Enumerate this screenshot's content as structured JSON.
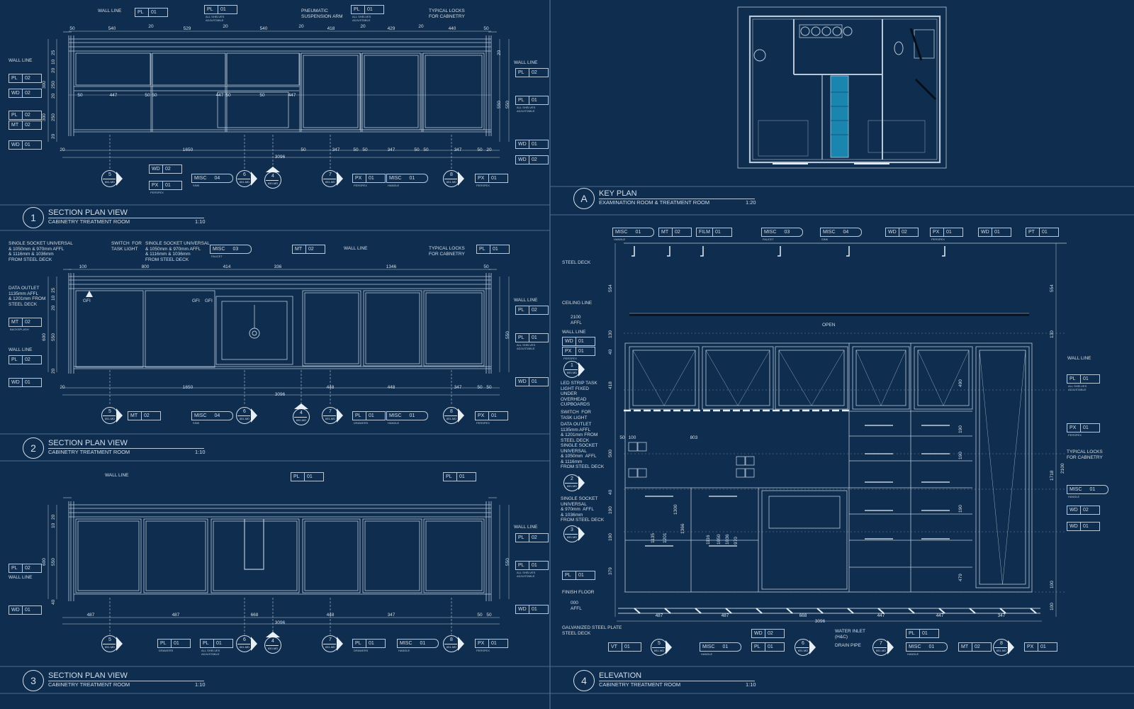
{
  "colors": {
    "background": "#0f2d4e",
    "lines": "#b9c8d8",
    "highlight": "#1fa3cf",
    "ceiling": "#050f1a"
  },
  "views": {
    "v1": {
      "number": "1",
      "title": "SECTION PLAN VIEW",
      "subtitle": "CABINETRY TREATMENT ROOM",
      "scale": "1:10"
    },
    "v2": {
      "number": "2",
      "title": "SECTION PLAN VIEW",
      "subtitle": "CABINETRY TREATMENT ROOM",
      "scale": "1:10"
    },
    "v3": {
      "number": "3",
      "title": "SECTION PLAN VIEW",
      "subtitle": "CABINETRY TREATMENT ROOM",
      "scale": "1:10"
    },
    "vA": {
      "number": "A",
      "title": "KEY PLAN",
      "subtitle": "EXAMINATION ROOM & TREATMENT ROOM",
      "scale": "1:20"
    },
    "v4": {
      "number": "4",
      "title": "ELEVATION",
      "subtitle": "CABINETRY TREATMENT ROOM",
      "scale": "1:10"
    }
  },
  "notes": [
    "WALL LINE",
    "PNEUMATIC\nSUSPENSION ARM",
    "TYPICAL LOCKS\nFOR CABNETRY",
    "WALL LINE",
    "WALL LINE",
    "SINGLE SOCKET UNIVERSAL\n& 1050mm & 970mm AFFL\n& 1116mm & 1036mm\nFROM STEEL DECK",
    "SWITCH  FOR\nTASK LIGHT",
    "SINGLE SOCKET UNIVERSAL\n& 1050mm & 970mm AFFL\n& 1116mm & 1036mm\nFROM STEEL DECK",
    "WALL LINE",
    "TYPICAL LOCKS\nFOR CABNETRY",
    "DATA OUTLET\n1135mm AFFL\n& 1201mm FROM\nSTEEL DECK",
    "WALL LINE",
    "WALL LINE",
    "WALL LINE",
    "WALL LINE",
    "WALL LINE",
    "STEEL DECK",
    "CEILING LINE",
    "2100\nAFFL",
    "WALL LINE",
    "LED STRIP TASK\nLIGHT FIXED\nUNDER\nOVERHEAD\nCUPBOARDS",
    "SWITCH  FOR\nTASK LIGHT",
    "DATA OUTLET\n1135mm AFFL\n& 1201mm FROM\nSTEEL DECK",
    "SINGLE SOCKET\nUNIVERSAL\n& 1050mm  AFFL\n& 1116mm\nFROM STEEL DECK",
    "SINGLE SOCKET\nUNIVERSAL\n& 970mm  AFFL\n& 1036mm\nFROM STEEL DECK",
    "FINISH FLOOR",
    "000\nAFFL",
    "GALVANIZED STEEL PLATE\nSTEEL DECK",
    "OPEN",
    "WALL LINE",
    "TYPICAL LOCKS\nFOR CABNETRY",
    "WATER INLET\n(H&C)",
    "DRAIN PIPE",
    "GFI",
    "GFI",
    "GFI"
  ],
  "tags": [
    {
      "code": "PL",
      "num": "01"
    },
    {
      "code": "PL",
      "num": "01",
      "sub": "ALL SHELVES\nADJUSTABLE"
    },
    {
      "code": "PL",
      "num": "01",
      "sub": "ALL SHELVES\nADJUSTABLE"
    },
    {
      "code": "PL",
      "num": "02"
    },
    {
      "code": "WD",
      "num": "02"
    },
    {
      "code": "PL",
      "num": "02"
    },
    {
      "code": "MT",
      "num": "02"
    },
    {
      "code": "WD",
      "num": "01"
    },
    {
      "code": "PL",
      "num": "02"
    },
    {
      "code": "PL",
      "num": "01",
      "sub": "ALL SHELVES\nADJUSTABLE"
    },
    {
      "code": "WD",
      "num": "01"
    },
    {
      "code": "WD",
      "num": "02"
    },
    {
      "code": "WD",
      "num": "02"
    },
    {
      "code": "PX",
      "num": "01",
      "sub": "PERSPEX"
    },
    {
      "code": "MISC",
      "num": "04",
      "sub": "SINK"
    },
    {
      "code": "PX",
      "num": "01",
      "sub": "PERSPEX"
    },
    {
      "code": "MISC",
      "num": "01",
      "sub": "HANDLE"
    },
    {
      "code": "PX",
      "num": "01",
      "sub": "PERSPEX"
    },
    {
      "code": "MISC",
      "num": "03",
      "sub": "FAUCET"
    },
    {
      "code": "MT",
      "num": "02"
    },
    {
      "code": "PL",
      "num": "01"
    },
    {
      "code": "MT",
      "num": "02",
      "sub": "BACKSPLASH"
    },
    {
      "code": "PL",
      "num": "02"
    },
    {
      "code": "WD",
      "num": "01"
    },
    {
      "code": "PL",
      "num": "02"
    },
    {
      "code": "PL",
      "num": "01",
      "sub": "ALL SHELVES\nADJUSTABLE"
    },
    {
      "code": "WD",
      "num": "01"
    },
    {
      "code": "MT",
      "num": "02"
    },
    {
      "code": "MISC",
      "num": "04",
      "sub": "SINK"
    },
    {
      "code": "PL",
      "num": "01",
      "sub": "DRAWERS"
    },
    {
      "code": "MISC",
      "num": "01",
      "sub": "HANDLE"
    },
    {
      "code": "PX",
      "num": "01",
      "sub": "PERSPEX"
    },
    {
      "code": "PL",
      "num": "01"
    },
    {
      "code": "PL",
      "num": "01"
    },
    {
      "code": "PL",
      "num": "02"
    },
    {
      "code": "WD",
      "num": "01"
    },
    {
      "code": "PL",
      "num": "02"
    },
    {
      "code": "PL",
      "num": "01",
      "sub": "ALL SHELVES\nADJUSTABLE"
    },
    {
      "code": "WD",
      "num": "01"
    },
    {
      "code": "PL",
      "num": "01",
      "sub": "DRAWERS"
    },
    {
      "code": "PL",
      "num": "01",
      "sub": "ALL SHELVES\nADJUSTABLE"
    },
    {
      "code": "PL",
      "num": "01",
      "sub": "DRAWERS"
    },
    {
      "code": "MISC",
      "num": "01",
      "sub": "HANDLE"
    },
    {
      "code": "PX",
      "num": "01",
      "sub": "PERSPEX"
    },
    {
      "code": "MISC",
      "num": "01",
      "sub": "HANDLE"
    },
    {
      "code": "MT",
      "num": "02"
    },
    {
      "code": "FILM",
      "num": "01"
    },
    {
      "code": "MISC",
      "num": "03",
      "sub": "FAUCET"
    },
    {
      "code": "MISC",
      "num": "04",
      "sub": "SINK"
    },
    {
      "code": "WD",
      "num": "02"
    },
    {
      "code": "PX",
      "num": "01",
      "sub": "PERSPEX"
    },
    {
      "code": "WD",
      "num": "01"
    },
    {
      "code": "PT",
      "num": "01"
    },
    {
      "code": "WD",
      "num": "01"
    },
    {
      "code": "PX",
      "num": "01",
      "sub": "PERSPEX"
    },
    {
      "code": "PL",
      "num": "01"
    },
    {
      "code": "PL",
      "num": "01",
      "sub": "ALL SHELVES\nADJUSTABLE"
    },
    {
      "code": "PX",
      "num": "01",
      "sub": "PERSPEX"
    },
    {
      "code": "MISC",
      "num": "01",
      "sub": "HANDLE"
    },
    {
      "code": "WD",
      "num": "02"
    },
    {
      "code": "WD",
      "num": "01"
    },
    {
      "code": "VT",
      "num": "01"
    },
    {
      "code": "MISC",
      "num": "01",
      "sub": "HANDLE"
    },
    {
      "code": "WD",
      "num": "02"
    },
    {
      "code": "PL",
      "num": "01"
    },
    {
      "code": "PL",
      "num": "01"
    },
    {
      "code": "MISC",
      "num": "01",
      "sub": "HANDLE"
    },
    {
      "code": "MT",
      "num": "02"
    },
    {
      "code": "PX",
      "num": "01"
    }
  ],
  "callouts": [
    {
      "num": "5",
      "ref": "651-MD"
    },
    {
      "num": "6",
      "ref": "651-MD"
    },
    {
      "num": "4",
      "ref": "650-MD",
      "up": true
    },
    {
      "num": "7",
      "ref": "651-MD"
    },
    {
      "num": "8",
      "ref": "651-MD"
    },
    {
      "num": "5",
      "ref": "651-MD"
    },
    {
      "num": "6",
      "ref": "651-MD"
    },
    {
      "num": "4",
      "ref": "650-MD",
      "up": true
    },
    {
      "num": "7",
      "ref": "651-MD"
    },
    {
      "num": "8",
      "ref": "651-MD"
    },
    {
      "num": "5",
      "ref": "651-MD"
    },
    {
      "num": "6",
      "ref": "651-MD"
    },
    {
      "num": "4",
      "ref": "650-MD",
      "up": true
    },
    {
      "num": "7",
      "ref": "651-MD"
    },
    {
      "num": "8",
      "ref": "651-MD"
    },
    {
      "num": "1",
      "ref": "650-MD"
    },
    {
      "num": "2",
      "ref": "650-MD"
    },
    {
      "num": "3",
      "ref": "650-MD"
    },
    {
      "num": "5",
      "ref": "651-MD"
    },
    {
      "num": "6",
      "ref": "651-MD"
    },
    {
      "num": "7",
      "ref": "651-MD"
    },
    {
      "num": "8",
      "ref": "651-MD"
    }
  ],
  "dims": [
    "50",
    "540",
    "20",
    "529",
    "20",
    "540",
    "20",
    "418",
    "20",
    "429",
    "20",
    "440",
    "50",
    "50",
    "447",
    "50",
    "50",
    "447",
    "50",
    "50",
    "447",
    "20",
    "1650",
    "50",
    "347",
    "50",
    "50",
    "347",
    "50",
    "50",
    "347",
    "50",
    "20",
    "3096",
    "100",
    "800",
    "414",
    "336",
    "1346",
    "50",
    "20",
    "1650",
    "3096",
    "448",
    "448",
    "347",
    "50",
    "50",
    "487",
    "487",
    "668",
    "448",
    "347",
    "3096",
    "50",
    "50",
    "487",
    "487",
    "668",
    "3096",
    "447",
    "447",
    "347",
    "803",
    "100",
    "50"
  ],
  "vdims": [
    "25",
    "10",
    "20",
    "300",
    "250",
    "20",
    "300",
    "250",
    "20",
    "20",
    "550",
    "550",
    "25",
    "10",
    "20",
    "600",
    "550",
    "20",
    "550",
    "20",
    "10",
    "600",
    "550",
    "40",
    "550",
    "554",
    "130",
    "40",
    "418",
    "500",
    "40",
    "190",
    "190",
    "379",
    "100",
    "1135",
    "1201",
    "1366",
    "1116",
    "1050",
    "1036",
    "970",
    "554",
    "130",
    "490",
    "190",
    "190",
    "190",
    "479",
    "1718",
    "2100",
    "100",
    "1300"
  ]
}
